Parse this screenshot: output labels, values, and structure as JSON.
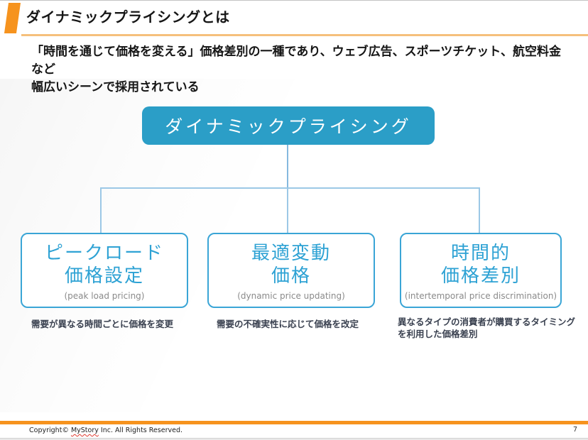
{
  "slide": {
    "title": "ダイナミックプライシングとは",
    "lead_line1": "「時間を通じて価格を変える」価格差別の一種であり、ウェブ広告、スポーツチケット、航空料金など",
    "lead_line2": "幅広いシーンで採用されている",
    "page_number": "7"
  },
  "footer": {
    "copyright_prefix": "Copyright© ",
    "company": "MyStory",
    "copyright_suffix": " Inc. All Rights Reserved."
  },
  "diagram": {
    "root": {
      "label": "ダイナミックプライシング"
    },
    "children": [
      {
        "title_line1": "ピークロード",
        "title_line2": "価格設定",
        "subtitle": "(peak load pricing)",
        "description": "需要が異なる時間ごとに価格を変更"
      },
      {
        "title_line1": "最適変動",
        "title_line2": "価格",
        "subtitle": "(dynamic price updating)",
        "description": "需要の不確実性に応じて価格を改定"
      },
      {
        "title_line1": "時間的",
        "title_line2": "価格差別",
        "subtitle": "(intertemporal price discrimination)",
        "description": "異なるタイプの消費者が購買するタイミングを利用した価格差別"
      }
    ]
  },
  "colors": {
    "accent_orange": "#f6931e",
    "underline_orange": "#f5c07c",
    "root_fill": "#2b9ec7",
    "child_border": "#3aa5d6",
    "child_text": "#2ea2d4",
    "connector": "#9cc8e6",
    "english_gray": "#8a8a8a",
    "description_text": "#3a4150"
  }
}
